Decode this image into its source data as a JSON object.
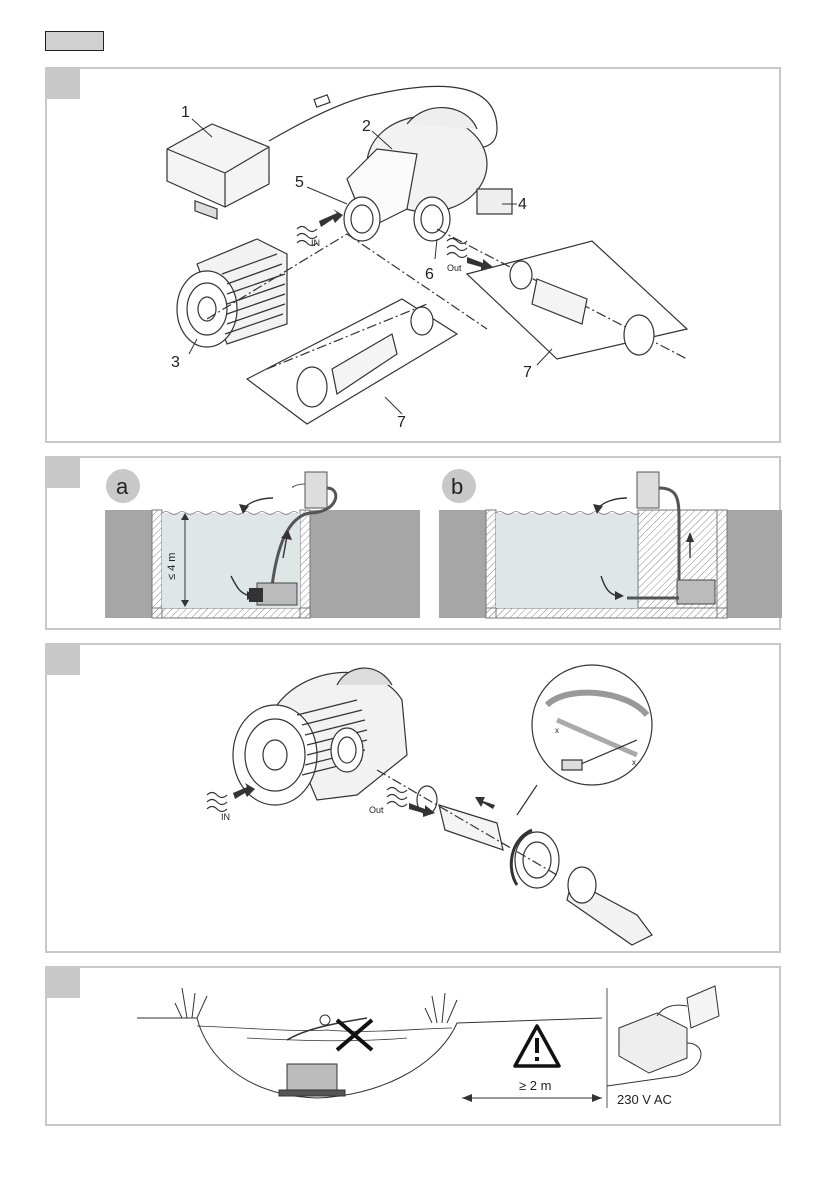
{
  "panel1": {
    "labels": {
      "n1": "1",
      "n2": "2",
      "n3": "3",
      "n4": "4",
      "n5": "5",
      "n6": "6",
      "n7a": "7",
      "n7b": "7"
    },
    "in_label": "IN",
    "out_label": "Out"
  },
  "panel2": {
    "a_label": "a",
    "b_label": "b",
    "depth_label": "≤ 4 m"
  },
  "panel3": {
    "in_label": "IN",
    "out_label": "Out",
    "x1": "x",
    "x2": "x"
  },
  "panel4": {
    "distance_label": "≥ 2 m",
    "voltage_label": "230 V AC"
  }
}
